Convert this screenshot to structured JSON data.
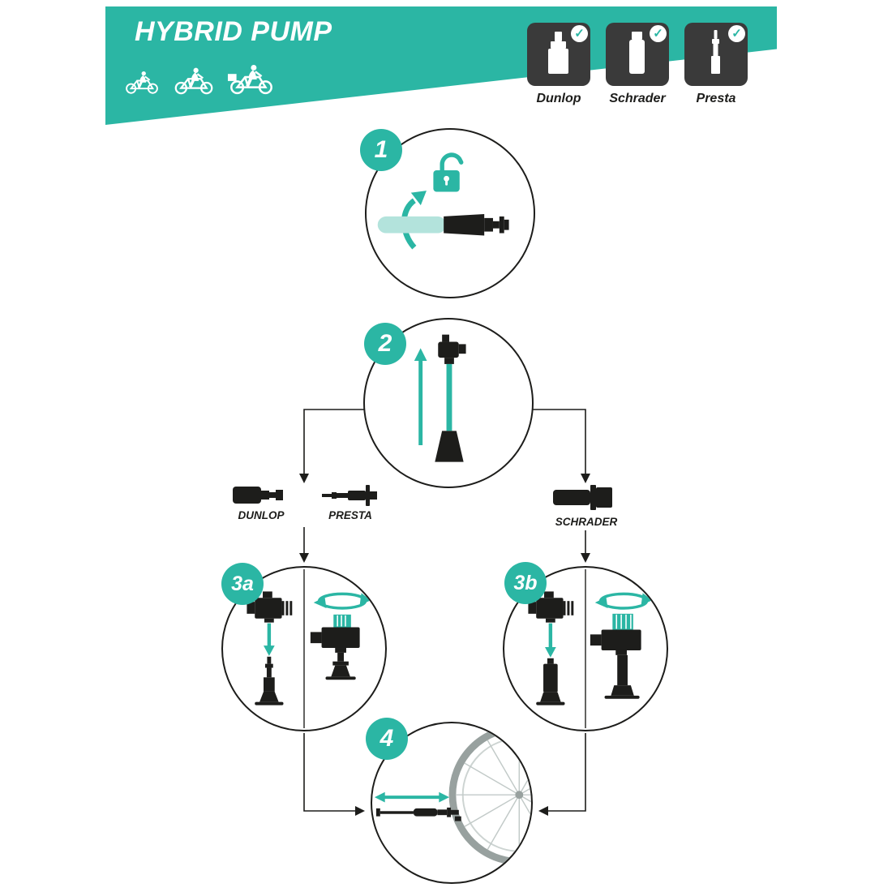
{
  "colors": {
    "teal": "#2BB6A4",
    "teal_light": "#B3E3DC",
    "ink": "#1D1D1B",
    "valve_box_bg": "#3A3A3A",
    "wheel_gray": "#98A19F"
  },
  "header": {
    "title": "HYBRID PUMP",
    "bike_icons": [
      "kids-bike-icon",
      "road-bike-icon",
      "city-bike-icon"
    ],
    "valve_badges": [
      {
        "label": "Dunlop",
        "icon": "dunlop-valve-icon",
        "check": "✓"
      },
      {
        "label": "Schrader",
        "icon": "schrader-valve-icon",
        "check": "✓"
      },
      {
        "label": "Presta",
        "icon": "presta-valve-icon",
        "check": "✓"
      }
    ]
  },
  "steps": {
    "s1": {
      "number": "1"
    },
    "s2": {
      "number": "2"
    },
    "s3a": {
      "number": "3a"
    },
    "s3b": {
      "number": "3b"
    },
    "s4": {
      "number": "4"
    }
  },
  "valve_row": {
    "dunlop": "DUNLOP",
    "presta": "PRESTA",
    "schrader": "SCHRADER"
  }
}
